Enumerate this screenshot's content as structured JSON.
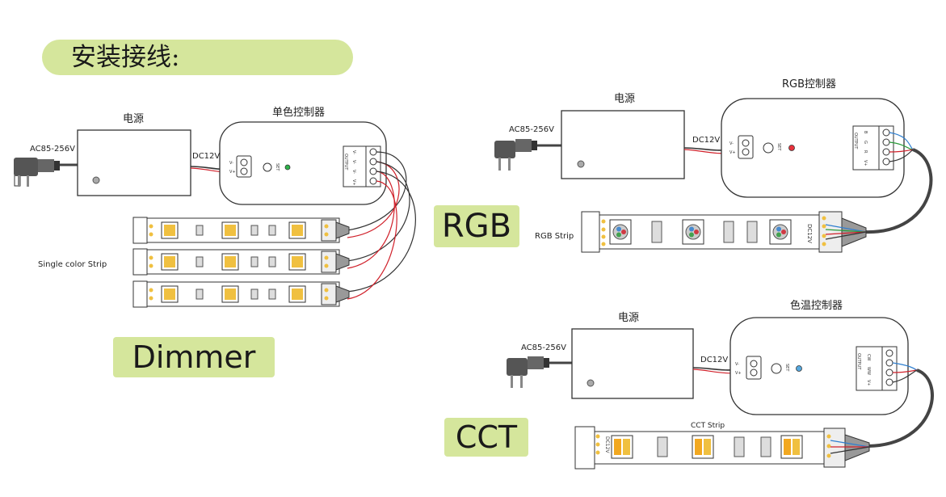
{
  "title": "安装接线:",
  "modes": {
    "dimmer": "Dimmer",
    "rgb": "RGB",
    "cct": "CCT"
  },
  "dimmer": {
    "power_label": "电源",
    "ac_label": "AC85-256V",
    "dc_label": "DC12V",
    "controller_label": "单色控制器",
    "strip_label": "Single color Strip",
    "set_label": "SET",
    "v_minus": "V-",
    "v_plus": "V+",
    "output_label": "OUTPUT",
    "terminals": [
      "V-",
      "V-",
      "V-",
      "V+"
    ],
    "led_color": "#2db34a"
  },
  "rgb": {
    "power_label": "电源",
    "ac_label": "AC85-256V",
    "dc_label": "DC12V",
    "controller_label": "RGB控制器",
    "strip_label": "RGB Strip",
    "set_label": "SET",
    "v_minus": "V-",
    "v_plus": "V+",
    "output_label": "OUTPUT",
    "terminals": [
      "B",
      "G",
      "R",
      "V+"
    ],
    "strip_voltage": "DC12V",
    "led_color": "#e8323c"
  },
  "cct": {
    "power_label": "电源",
    "ac_label": "AC85-256V",
    "dc_label": "DC12V",
    "controller_label": "色温控制器",
    "strip_label": "CCT Strip",
    "set_label": "SET",
    "v_minus": "V-",
    "v_plus": "V+",
    "output_label": "OUTPUT",
    "terminals": [
      "CW",
      "WW",
      "V+"
    ],
    "strip_voltage": "DC12V",
    "led_color": "#56a8df"
  },
  "colors": {
    "badge": "#d5e69c",
    "wire_red": "#d0202a",
    "wire_green": "#2a9a3a",
    "wire_blue": "#2f7fd0",
    "wire_black": "#333333",
    "led_warm": "#f0c040",
    "led_amber": "#f2a820"
  }
}
